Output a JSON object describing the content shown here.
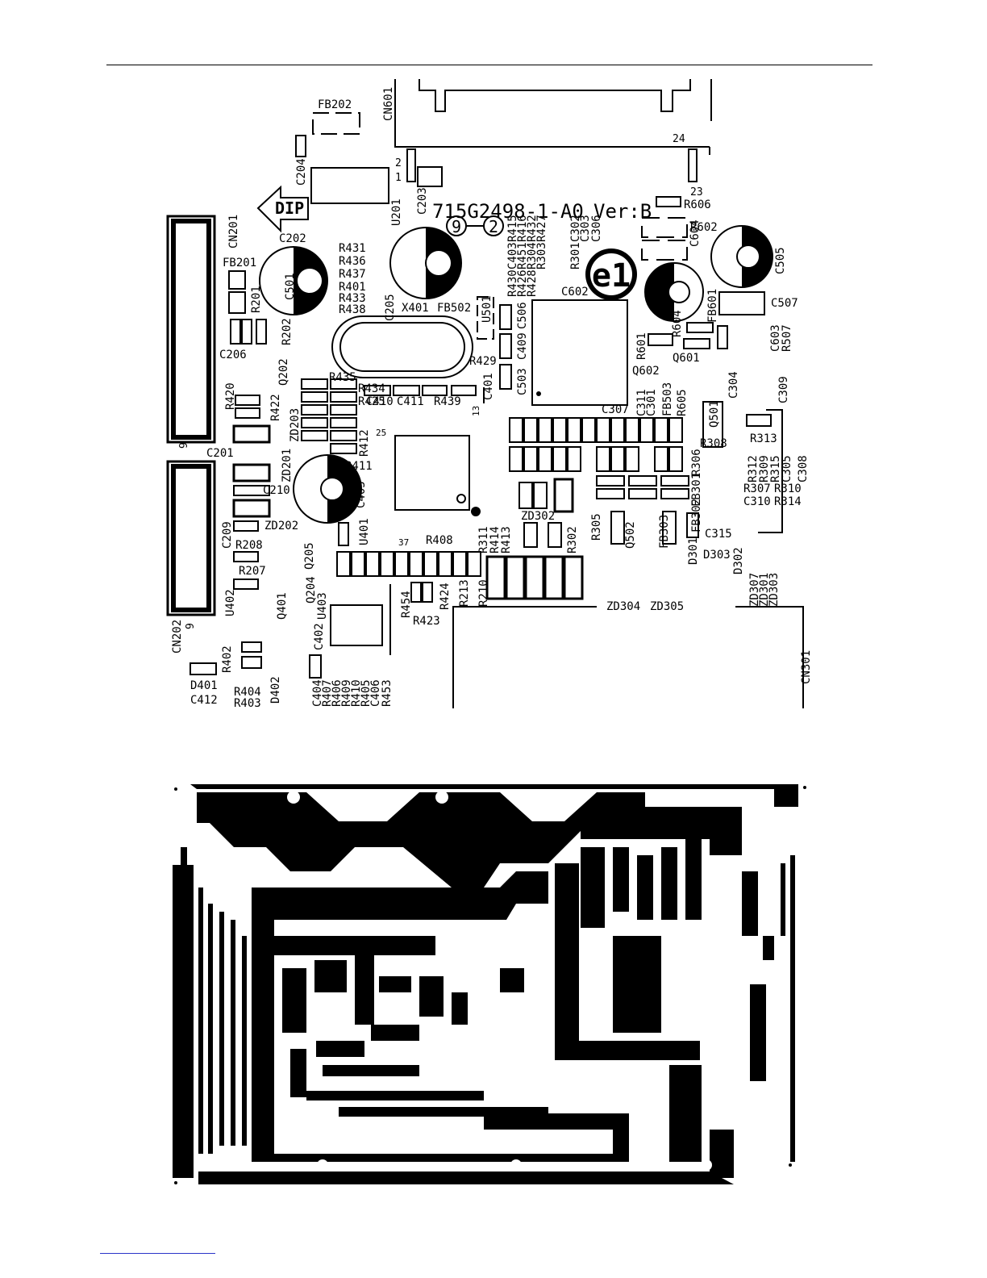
{
  "board": {
    "part_number": "715G2498-1-A0",
    "version": "Ver:B",
    "dip_label": "DIP",
    "mark_e1": "e1",
    "circled_marks": [
      "9",
      "2"
    ]
  },
  "connectors": {
    "cn601": "CN601",
    "cn201": "CN201",
    "cn202": "CN202",
    "cn301": "CN301",
    "pins": {
      "p1": "1",
      "p2": "2",
      "p23": "23",
      "p24": "24",
      "p13": "13",
      "p25": "25",
      "p37": "37",
      "p9a": "9",
      "p9b": "9"
    }
  },
  "labels": [
    "FB202",
    "C204",
    "C203",
    "U201",
    "C202",
    "FB201",
    "R201",
    "R202",
    "C206",
    "Q202",
    "R420",
    "R422",
    "ZD203",
    "C201",
    "ZD201",
    "C210",
    "R411",
    "C405",
    "C209",
    "ZD202",
    "R208",
    "R207",
    "U402",
    "Q401",
    "C402",
    "R402",
    "D401",
    "C412",
    "R404",
    "R403",
    "D402",
    "C404",
    "R407",
    "R406",
    "R409",
    "R410",
    "R405",
    "C406",
    "R453",
    "Q205",
    "Q204",
    "U403",
    "R408",
    "U401",
    "R423",
    "R454",
    "R424",
    "R213",
    "R210",
    "R311",
    "R414",
    "R413",
    "R302",
    "R305",
    "ZD302",
    "R431",
    "R436",
    "R437",
    "R401",
    "R433",
    "R438",
    "C205",
    "X401",
    "FB502",
    "R435",
    "R434",
    "R425",
    "R412",
    "C410",
    "C411",
    "R439",
    "R429",
    "C401",
    "C506",
    "C409",
    "C503",
    "R430",
    "C403",
    "R415",
    "R426",
    "R451",
    "R416",
    "R428",
    "R304",
    "R432",
    "R303",
    "R427",
    "R301",
    "C302",
    "C303",
    "C306",
    "U501",
    "C602",
    "R606",
    "R602",
    "C604",
    "C505",
    "R604",
    "FB601",
    "C501",
    "R601",
    "C507",
    "C603",
    "Q601",
    "Q602",
    "R507",
    "C304",
    "C309",
    "C307",
    "C311",
    "C301",
    "FB503",
    "R605",
    "Q501",
    "R313",
    "R308",
    "R306",
    "R312",
    "R309",
    "R315",
    "C305",
    "C308",
    "R307",
    "R310",
    "C310",
    "R314",
    "FB301",
    "FB302",
    "FB303",
    "Q502",
    "D301",
    "C315",
    "D303",
    "D302",
    "ZD304",
    "ZD305",
    "ZD307",
    "ZD301",
    "ZD303"
  ]
}
